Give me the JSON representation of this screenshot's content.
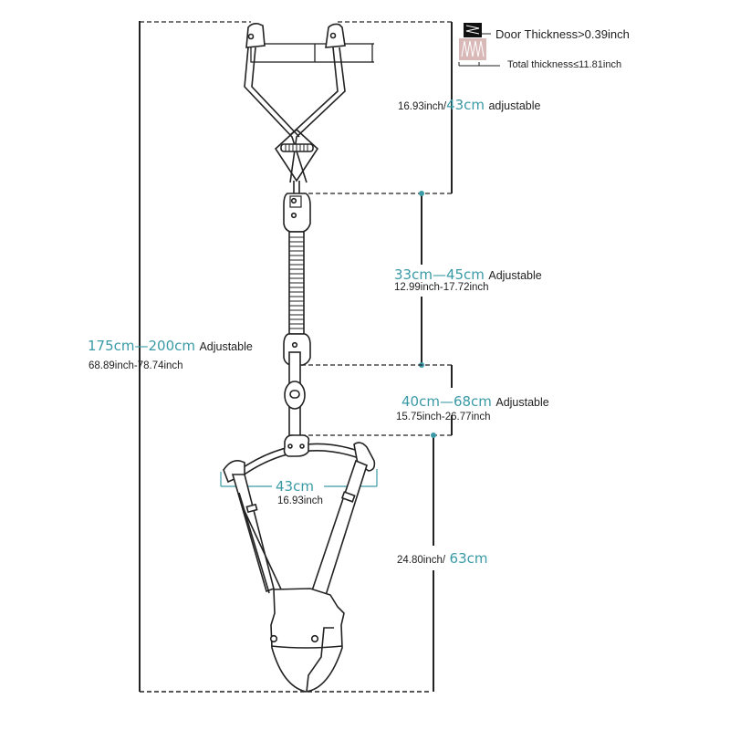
{
  "legend": {
    "door_thickness": "Door Thickness>0.39inch",
    "total_thickness": "Total thickness≤11.81inch"
  },
  "dimensions": {
    "hanger_width": {
      "inch": "16.93inch/",
      "cm": "43cm",
      "note": "adjustable"
    },
    "spring_section": {
      "cm": "33cm—45cm",
      "note": "Adjustable",
      "inch": "12.99inch-17.72inch"
    },
    "total_height": {
      "cm": "175cm—200cm",
      "note": "Adjustable",
      "inch": "68.89inch-78.74inch"
    },
    "strap_section": {
      "cm": "40cm—68cm",
      "note": "Adjustable",
      "inch": "15.75inch-26.77inch"
    },
    "seat_width": {
      "cm": "43cm",
      "inch": "16.93inch"
    },
    "seat_height": {
      "inch": "24.80inch/",
      "cm": "63cm"
    }
  },
  "colors": {
    "accent_teal": "#3a9aa6",
    "line": "#222222",
    "door_wood": "#d9b8b8"
  },
  "chart_data": {
    "type": "diagram",
    "title": "",
    "subject": "Baby door jumper with dimensions",
    "measurements": [
      {
        "part": "door clamp width",
        "value_cm": 43,
        "value_inch": 16.93,
        "adjustable": true
      },
      {
        "part": "spring section",
        "range_cm": [
          33,
          45
        ],
        "range_inch": [
          12.99,
          17.72
        ],
        "adjustable": true
      },
      {
        "part": "total height",
        "range_cm": [
          175,
          200
        ],
        "range_inch": [
          68.89,
          78.74
        ],
        "adjustable": true
      },
      {
        "part": "strap section",
        "range_cm": [
          40,
          68
        ],
        "range_inch": [
          15.75,
          26.77
        ],
        "adjustable": true
      },
      {
        "part": "seat bar width",
        "value_cm": 43,
        "value_inch": 16.93
      },
      {
        "part": "seat height",
        "value_cm": 63,
        "value_inch": 24.8
      },
      {
        "part": "door thickness",
        "min_inch": 0.39
      },
      {
        "part": "total thickness",
        "max_inch": 11.81
      }
    ]
  }
}
